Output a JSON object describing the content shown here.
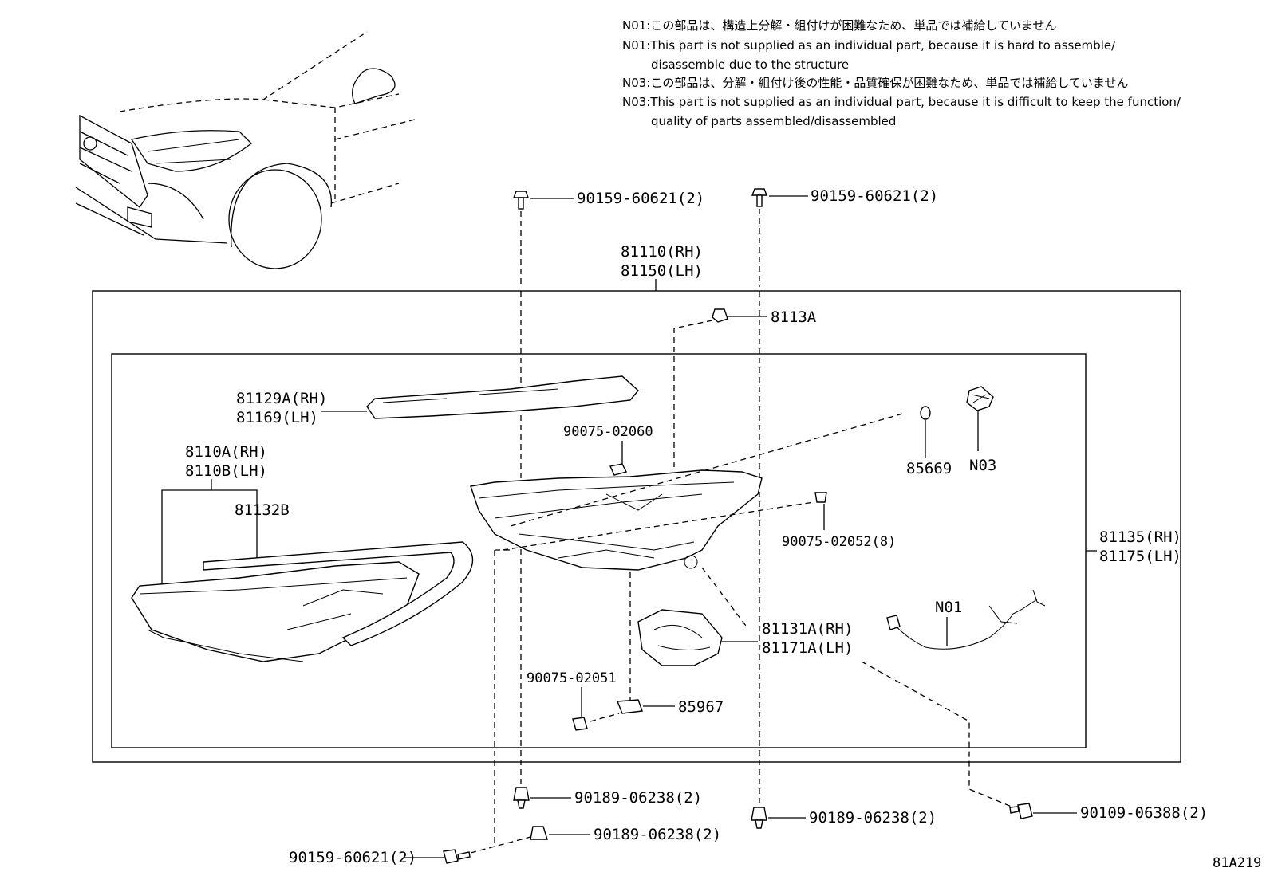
{
  "notes": [
    "N01:この部品は、構造上分解・組付けが困難なため、単品では補給していません",
    "N01:This part is not supplied as an individual part, because it is hard to assemble/",
    "disassemble due to the structure",
    "N03:この部品は、分解・組付け後の性能・品質確保が困難なため、単品では補給していません",
    "N03:This part is not supplied as an individual part, because it is difficult to keep the function/",
    "quality of parts assembled/disassembled"
  ],
  "labels": {
    "bolt_top_left": "90159-60621(2)",
    "bolt_top_right": "90159-60621(2)",
    "assy_rh": "81110(RH)",
    "assy_lh": "81150(LH)",
    "p8113a": "8113A",
    "p81129a_rh": "81129A(RH)",
    "p81169_lh": "81169(LH)",
    "p8110a_rh": "8110A(RH)",
    "p8110b_lh": "8110B(LH)",
    "p81132b": "81132B",
    "p90075_02060": "90075-02060",
    "p85669": "85669",
    "n03": "N03",
    "p90075_02052": "90075-02052(8)",
    "p81135_rh": "81135(RH)",
    "p81175_lh": "81175(LH)",
    "n01": "N01",
    "p81131a_rh": "81131A(RH)",
    "p81171a_lh": "81171A(LH)",
    "p90075_02051": "90075-02051",
    "p85967": "85967",
    "clip_left": "90189-06238(2)",
    "clip_right": "90189-06238(2)",
    "clip_bottom": "90189-06238(2)",
    "bolt_bottom_left": "90159-60621(2)",
    "bolt_bottom_right": "90109-06388(2)",
    "figure_code": "81A219"
  }
}
